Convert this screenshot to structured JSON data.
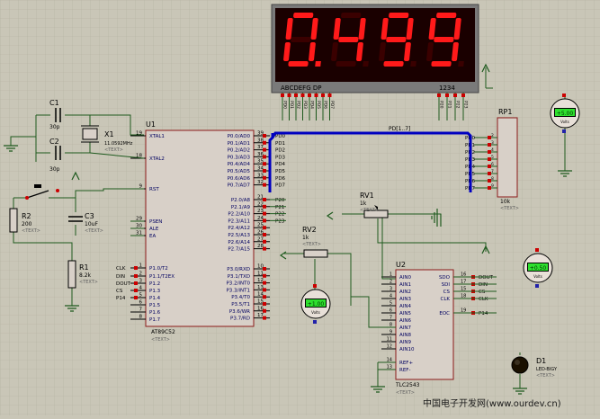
{
  "colors": {
    "background": "#c9c6b7",
    "grid": "#b8b5a6",
    "wire": "#1e5a1e",
    "bus": "#0000c0",
    "chip_fill": "#d8d0c8",
    "chip_border": "#8b1a1a",
    "pin_text": "#000060",
    "label": "#000000",
    "seg_on": "#ff1a1a",
    "seg_off": "#3a0000",
    "display_bg": "#1a0000",
    "meter_bg": "#e8e0d8",
    "meter_lcd": "#2ee02e",
    "text_tag": "#606060"
  },
  "display": {
    "digits": [
      "0",
      "4",
      "9",
      "9"
    ],
    "decimal_after": 0,
    "pin_labels": "ABCDEFG DP",
    "digit_labels": "1234",
    "seg_pin_names": [
      "PD0",
      "PD1",
      "PD2",
      "PD3",
      "PD4",
      "PD5",
      "PD6",
      "PD7"
    ],
    "digit_pin_names": [
      "P20",
      "P21",
      "P22",
      "P23"
    ]
  },
  "u1": {
    "ref": "U1",
    "part": "AT89C52",
    "text_tag": "<TEXT>",
    "left_pins": [
      {
        "num": "19",
        "name": "XTAL1"
      },
      {
        "num": "18",
        "name": "XTAL2"
      },
      {
        "num": "9",
        "name": "RST"
      },
      {
        "num": "29",
        "name": "PSEN"
      },
      {
        "num": "30",
        "name": "ALE"
      },
      {
        "num": "31",
        "name": "EA"
      },
      {
        "num": "1",
        "name": "P1.0/T2"
      },
      {
        "num": "2",
        "name": "P1.1/T2EX"
      },
      {
        "num": "3",
        "name": "P1.2"
      },
      {
        "num": "4",
        "name": "P1.3"
      },
      {
        "num": "5",
        "name": "P1.4"
      },
      {
        "num": "6",
        "name": "P1.5"
      },
      {
        "num": "7",
        "name": "P1.6"
      },
      {
        "num": "8",
        "name": "P1.7"
      }
    ],
    "left_net_labels": [
      "CLK",
      "DIN",
      "DOUT",
      "CS",
      "P14"
    ],
    "right_pins": [
      {
        "num": "39",
        "name": "P0.0/AD0",
        "net": "PD0"
      },
      {
        "num": "38",
        "name": "P0.1/AD1",
        "net": "PD1"
      },
      {
        "num": "37",
        "name": "P0.2/AD2",
        "net": "PD2"
      },
      {
        "num": "36",
        "name": "P0.3/AD3",
        "net": "PD3"
      },
      {
        "num": "35",
        "name": "P0.4/AD4",
        "net": "PD4"
      },
      {
        "num": "34",
        "name": "P0.5/AD5",
        "net": "PD5"
      },
      {
        "num": "33",
        "name": "P0.6/AD6",
        "net": "PD6"
      },
      {
        "num": "32",
        "name": "P0.7/AD7",
        "net": "PD7"
      },
      {
        "num": "21",
        "name": "P2.0/A8",
        "net": "P20"
      },
      {
        "num": "22",
        "name": "P2.1/A9",
        "net": "P21"
      },
      {
        "num": "23",
        "name": "P2.2/A10",
        "net": "P22"
      },
      {
        "num": "24",
        "name": "P2.3/A11",
        "net": "P23"
      },
      {
        "num": "25",
        "name": "P2.4/A12",
        "net": ""
      },
      {
        "num": "26",
        "name": "P2.5/A13",
        "net": ""
      },
      {
        "num": "27",
        "name": "P2.6/A14",
        "net": ""
      },
      {
        "num": "28",
        "name": "P2.7/A15",
        "net": ""
      },
      {
        "num": "10",
        "name": "P3.0/RXD",
        "net": ""
      },
      {
        "num": "11",
        "name": "P3.1/TXD",
        "net": ""
      },
      {
        "num": "12",
        "name": "P3.2/INT0",
        "net": ""
      },
      {
        "num": "13",
        "name": "P3.3/INT1",
        "net": ""
      },
      {
        "num": "14",
        "name": "P3.4/T0",
        "net": ""
      },
      {
        "num": "15",
        "name": "P3.5/T1",
        "net": ""
      },
      {
        "num": "16",
        "name": "P3.6/WR",
        "net": ""
      },
      {
        "num": "17",
        "name": "P3.7/RD",
        "net": ""
      }
    ]
  },
  "u2": {
    "ref": "U2",
    "part": "TLC2543",
    "text_tag": "<TEXT>",
    "left_pins": [
      {
        "num": "1",
        "name": "AIN0"
      },
      {
        "num": "2",
        "name": "AIN1"
      },
      {
        "num": "3",
        "name": "AIN2"
      },
      {
        "num": "4",
        "name": "AIN3"
      },
      {
        "num": "5",
        "name": "AIN4"
      },
      {
        "num": "6",
        "name": "AIN5"
      },
      {
        "num": "7",
        "name": "AIN6"
      },
      {
        "num": "8",
        "name": "AIN7"
      },
      {
        "num": "9",
        "name": "AIN8"
      },
      {
        "num": "11",
        "name": "AIN9"
      },
      {
        "num": "12",
        "name": "AIN10"
      },
      {
        "num": "14",
        "name": "REF+"
      },
      {
        "num": "13",
        "name": "REF-"
      }
    ],
    "right_pins": [
      {
        "num": "16",
        "name": "SDO",
        "net": "DOUT"
      },
      {
        "num": "17",
        "name": "SDI",
        "net": "DIN"
      },
      {
        "num": "15",
        "name": "CS",
        "net": "CS"
      },
      {
        "num": "18",
        "name": "CLK",
        "net": "CLK"
      },
      {
        "num": "19",
        "name": "EOC",
        "net": "P14"
      }
    ]
  },
  "rp1": {
    "ref": "RP1",
    "value": "10k",
    "text_tag": "<TEXT>",
    "pins": [
      "PD0",
      "PD1",
      "PD2",
      "PD3",
      "PD4",
      "PD5",
      "PD6",
      "PD7"
    ],
    "pin_nums": [
      "2",
      "3",
      "4",
      "5",
      "6",
      "7",
      "8",
      "9"
    ],
    "bus_label": "PD[1..7]"
  },
  "components": {
    "c1": {
      "ref": "C1",
      "value": "30p",
      "tag": "<TEXT>"
    },
    "c2": {
      "ref": "C2",
      "value": "30p",
      "tag": "<TEXT>"
    },
    "c3": {
      "ref": "C3",
      "value": "10uF",
      "tag": "<TEXT>"
    },
    "x1": {
      "ref": "X1",
      "value": "11.0592MHz",
      "tag": "<TEXT>"
    },
    "r1": {
      "ref": "R1",
      "value": "8.2k",
      "tag": "<TEXT>"
    },
    "r2": {
      "ref": "R2",
      "value": "200",
      "tag": "<TEXT>"
    },
    "rv1": {
      "ref": "RV1",
      "value": "1k",
      "tag": "<TEXT>"
    },
    "rv2": {
      "ref": "RV2",
      "value": "1k",
      "tag": "<TEXT>"
    },
    "d1": {
      "ref": "D1",
      "value": "LED-BIGY",
      "tag": "<TEXT>"
    }
  },
  "meters": [
    {
      "id": "meter-top-right",
      "reading": "+5.00",
      "unit": "Volts"
    },
    {
      "id": "meter-mid-right",
      "reading": "+0.50",
      "unit": "Volts"
    },
    {
      "id": "meter-bottom",
      "reading": "+1.00",
      "unit": "Volts"
    }
  ],
  "footer": {
    "watermark": "中国电子开发网(www.ourdev.cn)"
  }
}
